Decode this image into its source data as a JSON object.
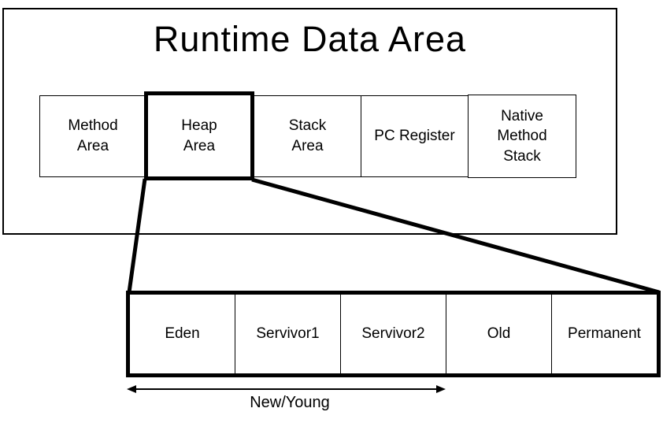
{
  "title": "Runtime Data Area",
  "runtime_boxes": [
    {
      "id": "method-area",
      "lines": [
        "Method",
        "Area"
      ]
    },
    {
      "id": "heap-area",
      "lines": [
        "Heap",
        "Area"
      ],
      "highlighted": true
    },
    {
      "id": "stack-area",
      "lines": [
        "Stack",
        "Area"
      ]
    },
    {
      "id": "pc-register",
      "lines": [
        "PC Register"
      ]
    },
    {
      "id": "native-method-stack",
      "lines": [
        "Native",
        "Method",
        "Stack"
      ]
    }
  ],
  "heap_boxes": [
    {
      "id": "eden",
      "label": "Eden"
    },
    {
      "id": "servivor1",
      "label": "Servivor1"
    },
    {
      "id": "servivor2",
      "label": "Servivor2"
    },
    {
      "id": "old",
      "label": "Old"
    },
    {
      "id": "permanent",
      "label": "Permanent"
    }
  ],
  "annotation": {
    "new_young_label": "New/Young"
  },
  "colors": {
    "background": "#ffffff",
    "line": "#000000",
    "text": "#000000"
  }
}
